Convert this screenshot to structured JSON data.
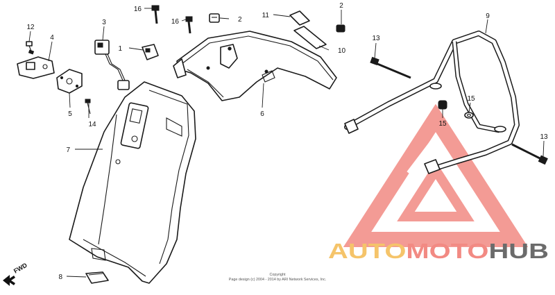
{
  "diagram": {
    "callouts": [
      {
        "id": "c1",
        "label": "1"
      },
      {
        "id": "c2",
        "label": "2"
      },
      {
        "id": "c2b",
        "label": "2"
      },
      {
        "id": "c3",
        "label": "3"
      },
      {
        "id": "c4",
        "label": "4"
      },
      {
        "id": "c5",
        "label": "5"
      },
      {
        "id": "c6",
        "label": "6"
      },
      {
        "id": "c7",
        "label": "7"
      },
      {
        "id": "c8",
        "label": "8"
      },
      {
        "id": "c9",
        "label": "9"
      },
      {
        "id": "c10",
        "label": "10"
      },
      {
        "id": "c11",
        "label": "11"
      },
      {
        "id": "c12",
        "label": "12"
      },
      {
        "id": "c13a",
        "label": "13"
      },
      {
        "id": "c13b",
        "label": "13"
      },
      {
        "id": "c14",
        "label": "14"
      },
      {
        "id": "c15a",
        "label": "15"
      },
      {
        "id": "c15b",
        "label": "15"
      },
      {
        "id": "c16a",
        "label": "16"
      },
      {
        "id": "c16b",
        "label": "16"
      }
    ],
    "direction_label": "FWD",
    "copyright_line1": "Copyright",
    "copyright_line2": "Page design (c) 2004 - 2014 by ARI Network Services, Inc."
  },
  "watermark": {
    "part1": "AUTO",
    "part2": "MOTO",
    "part3": "HUB",
    "color_orange": "#f5c46a",
    "color_red": "#f28a83",
    "color_gray": "#6b6b6b"
  }
}
